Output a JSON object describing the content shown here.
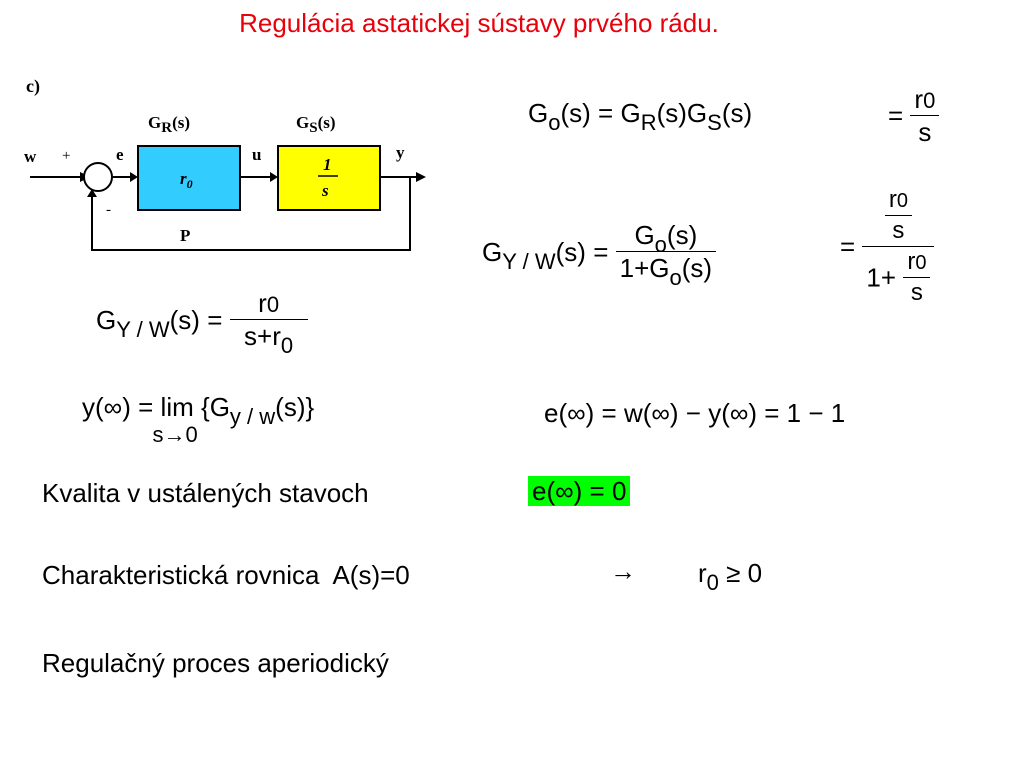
{
  "title": "Regulácia astatickej sústavy prvého rádu.",
  "diagram": {
    "label_c": "c)",
    "w": "w",
    "plus": "+",
    "minus": "-",
    "e": "e",
    "u": "u",
    "y": "y",
    "p": "P",
    "gr_label": "G",
    "gr_sub": "R",
    "gr_arg": "(s)",
    "gs_label": "G",
    "gs_sub": "S",
    "gs_arg": "(s)",
    "controller_r": "r",
    "controller_sub": "0",
    "plant_num": "1",
    "plant_den": "s",
    "controller_color": "#33ccff",
    "plant_color": "#ffff00"
  },
  "eq1": {
    "lhs_G": "G",
    "lhs_sub": "o",
    "lhs_arg": "(s)",
    "eq": "=",
    "rhs_G1": "G",
    "rhs_sub1": "R",
    "rhs_arg1": "(s)",
    "rhs_G2": "G",
    "rhs_sub2": "S",
    "rhs_arg2": "(s)"
  },
  "eq1b": {
    "eq": "=",
    "num_r": "r",
    "num_sub": "0",
    "den": "s"
  },
  "eq2": {
    "G": "G",
    "sub": "Y / W",
    "arg": "(s)",
    "eq": "=",
    "num_G": "G",
    "num_sub": "o",
    "num_arg": "(s)",
    "den_one": "1",
    "den_plus": "+",
    "den_G": "G",
    "den_sub": "o",
    "den_arg": "(s)"
  },
  "eq2b": {
    "eq": "=",
    "num_r": "r",
    "num_sub": "0",
    "num_den": "s",
    "den_one": "1",
    "den_plus": "+",
    "den_r": "r",
    "den_sub": "0",
    "den_s": "s"
  },
  "eq3": {
    "G": "G",
    "sub": "Y / W",
    "arg": "(s)",
    "eq": "=",
    "num_r": "r",
    "num_sub": "0",
    "den_s": "s",
    "den_plus": "+",
    "den_r": "r",
    "den_sub": "0"
  },
  "eq4": {
    "lhs": "y(",
    "inf": "∞",
    "rp": ")",
    "eq": "=",
    "lim": "lim",
    "under": "s→0",
    "brace_open": "{",
    "G": "G",
    "sub": "y / w",
    "arg": "(s)",
    "brace_close": "}"
  },
  "eq5": {
    "text": "e(∞) = w(∞) − y(∞) = 1 − 1"
  },
  "quality": {
    "label": "Kvalita v ustálených stavoch",
    "result": "e(∞) = 0",
    "highlight_color": "#00ff00"
  },
  "char": {
    "label": "Charakteristická rovnica",
    "eq": "A(s)=0",
    "arrow": "→",
    "r": "r",
    "r_sub": "0",
    "cond": "≥ 0"
  },
  "process": {
    "label": "Regulačný proces aperiodický"
  }
}
